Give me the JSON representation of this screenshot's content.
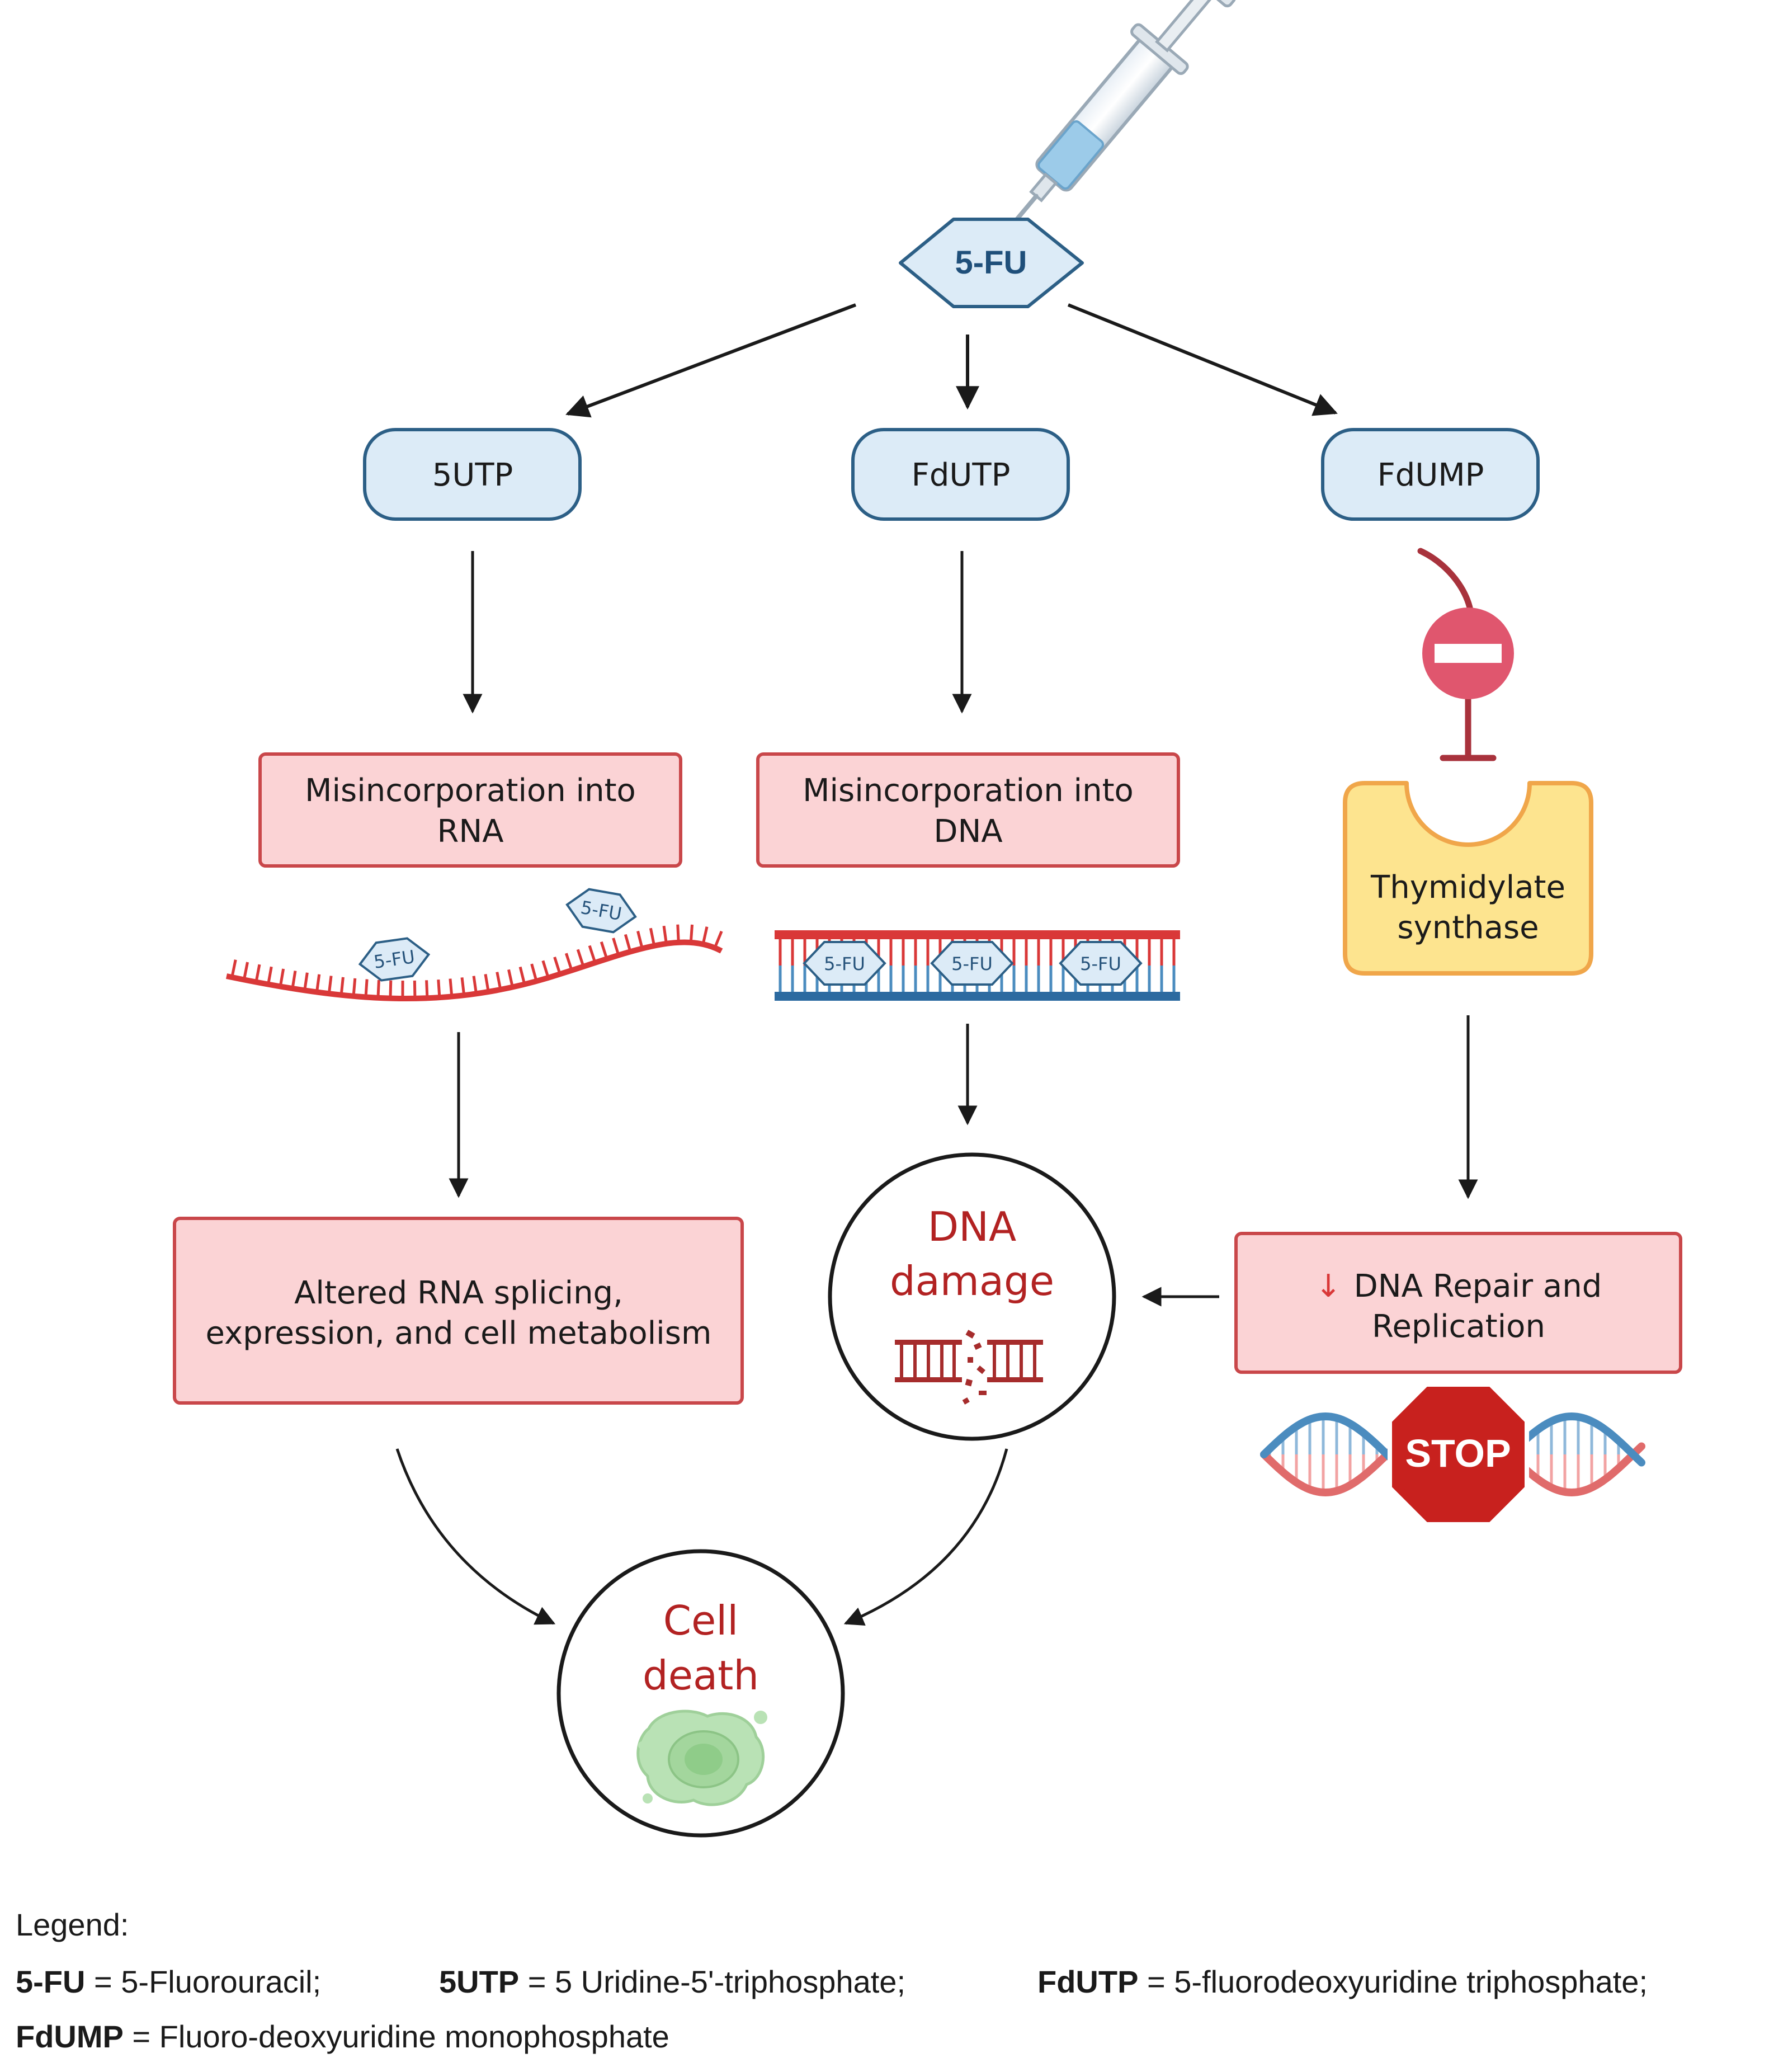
{
  "drug": "5-FU",
  "metabolites": {
    "left": "5UTP",
    "middle": "FdUTP",
    "right": "FdUMP"
  },
  "boxes": {
    "rna_misincorporation": [
      "Misincorporation into",
      "RNA"
    ],
    "dna_misincorporation": [
      "Misincorporation into",
      "DNA"
    ],
    "enzyme": [
      "Thymidylate",
      "synthase"
    ],
    "rna_effects": [
      "Altered RNA splicing,",
      "expression, and cell metabolism"
    ],
    "repair_arrow": "↓",
    "repair": [
      "DNA Repair and",
      "Replication"
    ]
  },
  "molecule_label": "5-FU",
  "stop_sign": "STOP",
  "dna_damage": [
    "DNA",
    "damage"
  ],
  "cell_death": [
    "Cell",
    "death"
  ],
  "legend": {
    "title": "Legend:",
    "entries": [
      {
        "abbr": "5-FU",
        "def": " = 5-Fluorouracil;"
      },
      {
        "abbr": "5UTP",
        "def": " = 5 Uridine-5'-triphosphate;"
      },
      {
        "abbr": "FdUTP",
        "def": " = 5-fluorodeoxyuridine triphosphate;"
      },
      {
        "abbr": "FdUMP",
        "def": " = Fluoro-deoxyuridine monophosphate"
      }
    ]
  },
  "colors": {
    "blue_fill": "#dcebf7",
    "blue_stroke": "#2c5f86",
    "red_fill": "#fbd3d5",
    "red_stroke": "#c9474a",
    "enzyme_fill": "#fde48f",
    "enzyme_stroke": "#f0a64a",
    "rna_red": "#d93838",
    "inhibit": "#a8323c",
    "cell_green": "#b9e2b5"
  }
}
